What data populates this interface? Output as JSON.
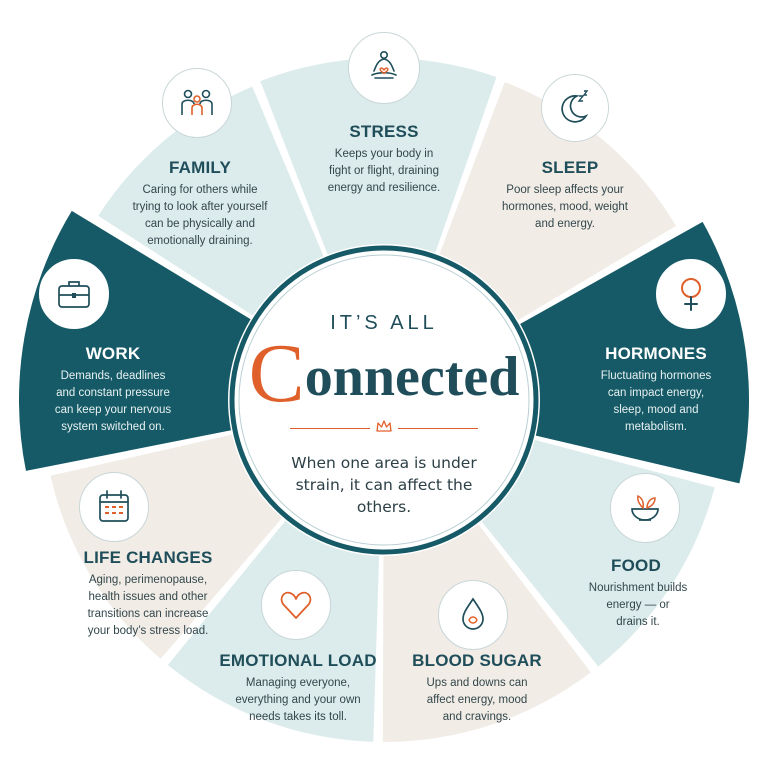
{
  "center": {
    "eyebrow": "IT’S ALL",
    "headline_initial": "C",
    "headline_rest": "onnected",
    "body": "When one area is under strain, it can affect the others."
  },
  "segments": [
    {
      "id": "stress",
      "title": "STRESS",
      "desc": "Keeps your body in\nfight or flight, draining\nenergy and resilience.",
      "icon": "meditation-heart-icon",
      "dark": false
    },
    {
      "id": "sleep",
      "title": "SLEEP",
      "desc": "Poor sleep affects your\nhormones, mood, weight\nand energy.",
      "icon": "moon-zzz-icon",
      "dark": false
    },
    {
      "id": "hormones",
      "title": "HORMONES",
      "desc": "Fluctuating hormones\ncan impact energy,\nsleep, mood and\nmetabolism.",
      "icon": "female-symbol-icon",
      "dark": true
    },
    {
      "id": "food",
      "title": "FOOD",
      "desc": "Nourishment builds\nenergy — or\ndrains it.",
      "icon": "bowl-leaves-icon",
      "dark": false
    },
    {
      "id": "blood-sugar",
      "title": "BLOOD SUGAR",
      "desc": "Ups and downs can\naffect energy, mood\nand cravings.",
      "icon": "drop-icon",
      "dark": false
    },
    {
      "id": "emotional-load",
      "title": "EMOTIONAL LOAD",
      "desc": "Managing everyone,\neverything and your own\nneeds takes its toll.",
      "icon": "heart-icon",
      "dark": false
    },
    {
      "id": "life-changes",
      "title": "LIFE CHANGES",
      "desc": "Aging, perimenopause,\nhealth issues and other\ntransitions can increase\nyour body’s stress load.",
      "icon": "calendar-icon",
      "dark": false
    },
    {
      "id": "work",
      "title": "WORK",
      "desc": "Demands, deadlines\nand constant pressure\ncan keep your nervous\nsystem switched on.",
      "icon": "briefcase-icon",
      "dark": true
    },
    {
      "id": "family",
      "title": "FAMILY",
      "desc": "Caring for others while\ntrying to look after yourself\ncan be physically and\nemotionally draining.",
      "icon": "family-icon",
      "dark": false
    }
  ],
  "colors": {
    "teal_dark": "#155a66",
    "teal_light": "#dcebeb",
    "beige": "#f1ece6",
    "accent_orange": "#e0602b",
    "navy_text": "#1f4e5a"
  }
}
